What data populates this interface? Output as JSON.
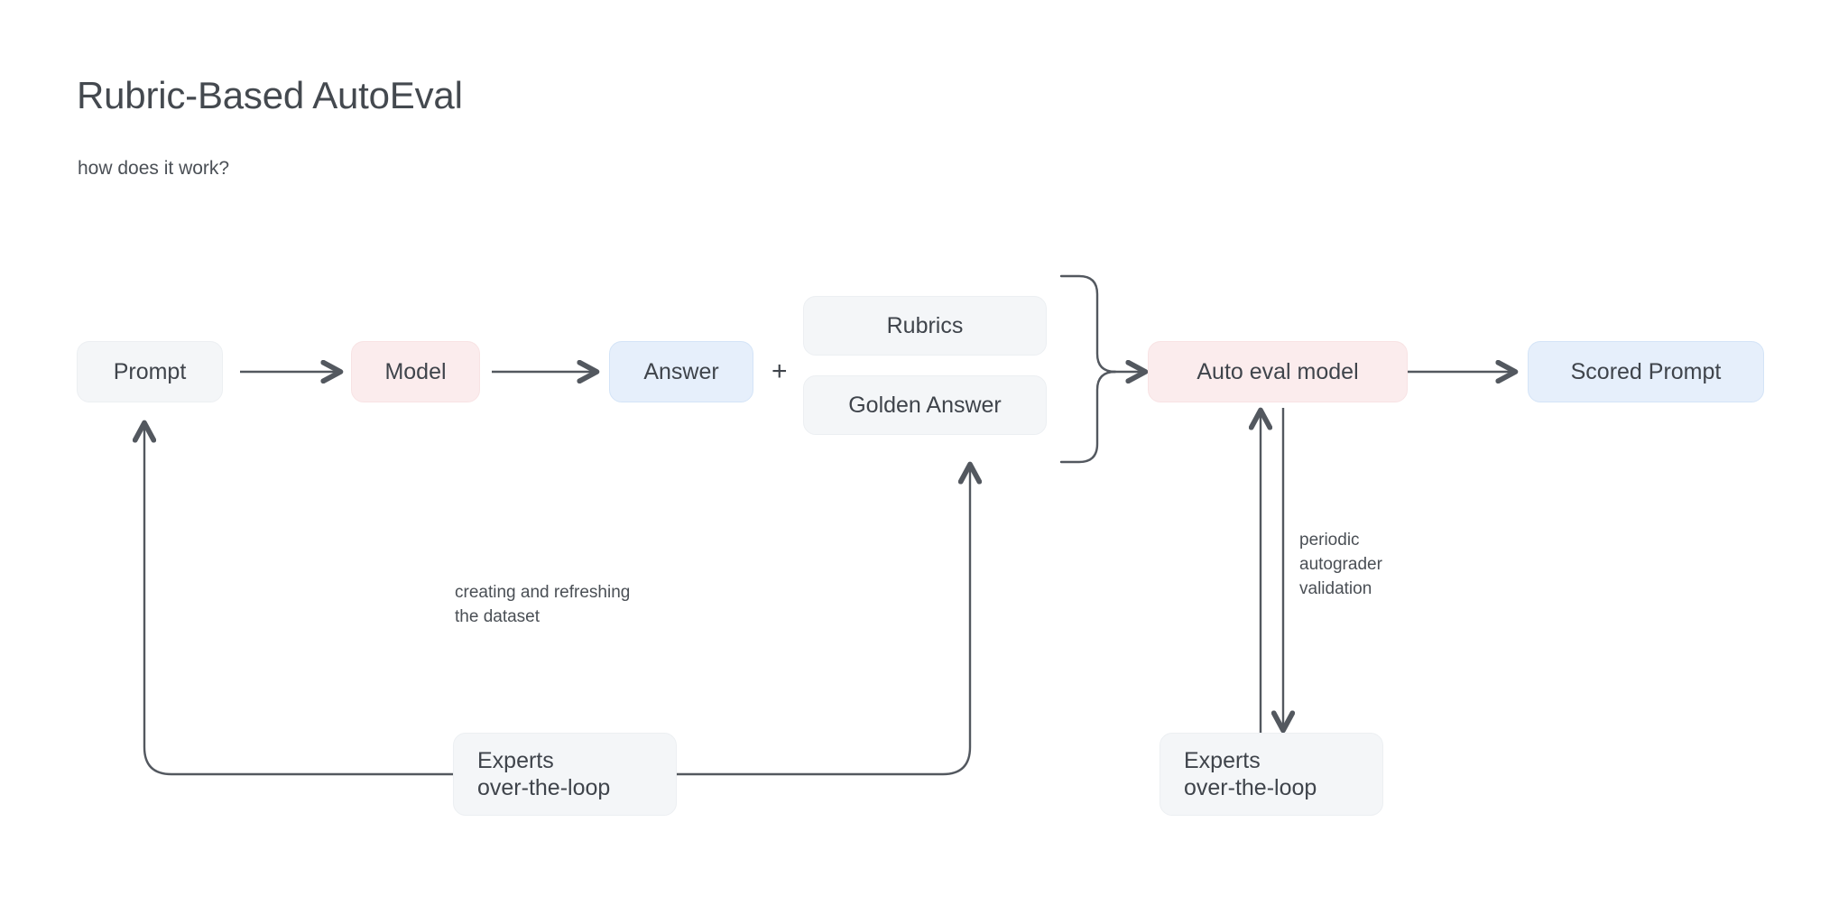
{
  "header": {
    "title": "Rubric-Based AutoEval",
    "subtitle": "how does it work?"
  },
  "diagram": {
    "type": "flowchart",
    "nodes": {
      "prompt": {
        "label": "Prompt",
        "style": "neutral"
      },
      "model": {
        "label": "Model",
        "style": "pink"
      },
      "answer": {
        "label": "Answer",
        "style": "blue"
      },
      "rubrics": {
        "label": "Rubrics",
        "style": "neutral"
      },
      "golden_answer": {
        "label": "Golden Answer",
        "style": "neutral"
      },
      "auto_eval_model": {
        "label": "Auto eval model",
        "style": "pink"
      },
      "scored_prompt": {
        "label": "Scored Prompt",
        "style": "blue"
      },
      "experts_left": {
        "label": "Experts\nover-the-loop",
        "style": "neutral"
      },
      "experts_right": {
        "label": "Experts\nover-the-loop",
        "style": "neutral"
      }
    },
    "operators": {
      "plus": "+"
    },
    "captions": {
      "dataset": "creating and refreshing\nthe dataset",
      "validation": "periodic\nautograder\nvalidation"
    },
    "edges": [
      {
        "from": "prompt",
        "to": "model",
        "kind": "arrow"
      },
      {
        "from": "model",
        "to": "answer",
        "kind": "arrow"
      },
      {
        "from": "rubrics",
        "to": "auto_eval_model",
        "kind": "brace-arrow"
      },
      {
        "from": "golden_answer",
        "to": "auto_eval_model",
        "kind": "brace-arrow"
      },
      {
        "from": "auto_eval_model",
        "to": "scored_prompt",
        "kind": "arrow"
      },
      {
        "from": "experts_left",
        "to": "prompt",
        "kind": "elbow-arrow",
        "label": "creating and refreshing the dataset"
      },
      {
        "from": "experts_left",
        "to": "golden_answer",
        "kind": "elbow-arrow"
      },
      {
        "from": "experts_right",
        "to": "auto_eval_model",
        "kind": "arrow-up",
        "label": "periodic autograder validation"
      },
      {
        "from": "auto_eval_model",
        "to": "experts_right",
        "kind": "arrow-down"
      }
    ]
  },
  "colors": {
    "background": "#ffffff",
    "neutral_fill": "#f4f6f8",
    "pink_fill": "#fbeced",
    "blue_fill": "#e6effb",
    "stroke": "#53585f",
    "text": "#3f444b"
  }
}
